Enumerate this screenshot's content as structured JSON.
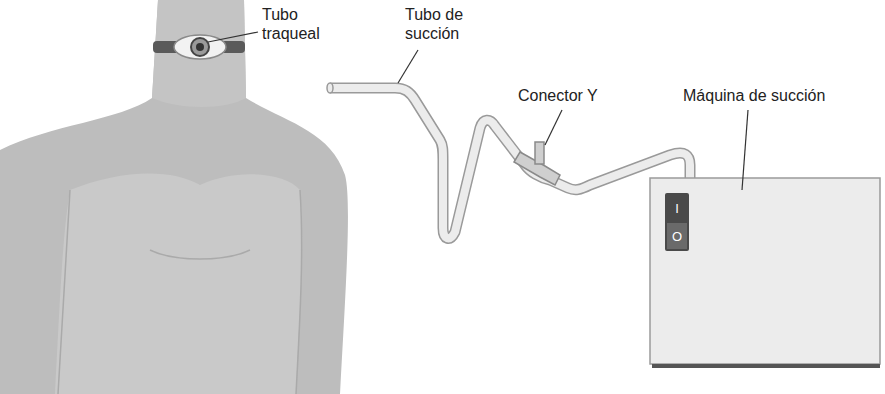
{
  "diagram": {
    "labels": [
      "Tubo traqueal",
      "Tubo de succión",
      "Conector Y",
      "Máquina de succión",
      "I",
      "O"
    ]
  }
}
